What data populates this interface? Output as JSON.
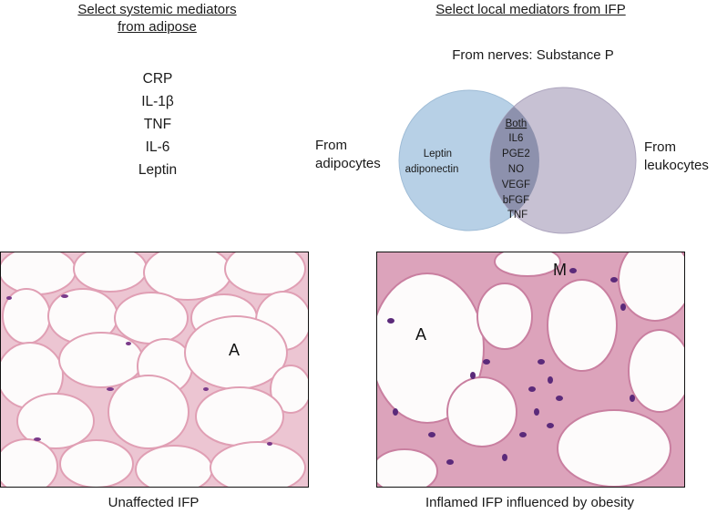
{
  "left_column": {
    "heading_line1": "Select systemic mediators",
    "heading_line2": "from adipose",
    "mediators": [
      "CRP",
      "IL-1β",
      "TNF",
      "IL-6",
      "Leptin"
    ]
  },
  "right_column": {
    "heading": "Select local mediators from IFP",
    "nerves_label": "From nerves: Substance P",
    "venn": {
      "left_label_line1": "From",
      "left_label_line2": "adipocytes",
      "right_label_line1": "From",
      "right_label_line2": "leukocytes",
      "left_only": [
        "Leptin",
        "adiponectin"
      ],
      "both_header": "Both",
      "both_items": [
        "IL6",
        "PGE2",
        "NO",
        "VEGF",
        "bFGF",
        "TNF"
      ],
      "colors": {
        "left_circle": "#a9c6e0",
        "right_circle": "#b8b0c8",
        "overlap": "#8a8fac"
      }
    }
  },
  "panels": {
    "left": {
      "marker": "A",
      "caption": "Unaffected IFP"
    },
    "right": {
      "marker_a": "A",
      "marker_m": "M",
      "caption": "Inflamed IFP influenced by obesity"
    }
  }
}
